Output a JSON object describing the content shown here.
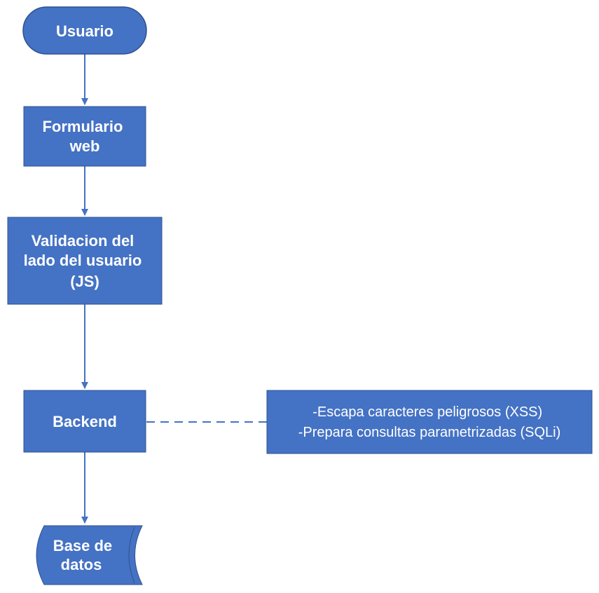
{
  "colors": {
    "node_fill": "#4472C4",
    "node_stroke": "#2F528F",
    "connector": "#4472C4",
    "text": "#ffffff",
    "background": "#ffffff"
  },
  "nodes": {
    "usuario": {
      "shape": "terminator",
      "lines": [
        "Usuario"
      ]
    },
    "formulario": {
      "shape": "process",
      "lines": [
        "Formulario",
        "web"
      ]
    },
    "validacion": {
      "shape": "process",
      "lines": [
        "Validacion del",
        "lado del usuario",
        "(JS)"
      ]
    },
    "backend": {
      "shape": "process",
      "lines": [
        "Backend"
      ]
    },
    "base_datos": {
      "shape": "stored-data",
      "lines": [
        "Base de",
        "datos"
      ]
    }
  },
  "note": {
    "lines": [
      "-Escapa caracteres peligrosos (XSS)",
      "-Prepara consultas parametrizadas (SQLi)"
    ]
  },
  "edges": [
    {
      "from": "usuario",
      "to": "formulario",
      "style": "solid-arrow"
    },
    {
      "from": "formulario",
      "to": "validacion",
      "style": "solid-arrow"
    },
    {
      "from": "validacion",
      "to": "backend",
      "style": "solid-arrow"
    },
    {
      "from": "backend",
      "to": "base_datos",
      "style": "solid-arrow"
    },
    {
      "from": "backend",
      "to": "note",
      "style": "dashed"
    }
  ]
}
